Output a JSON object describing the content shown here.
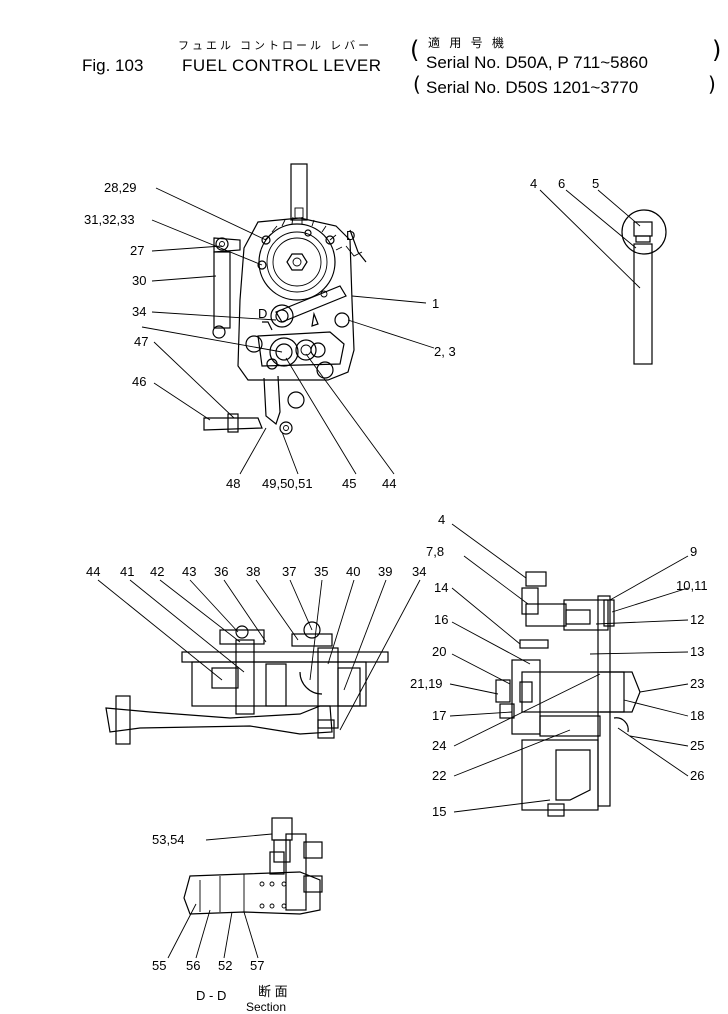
{
  "header": {
    "fig_label": "Fig. 103",
    "title_jp": "フュエル コントロール レバー",
    "title_en": "FUEL CONTROL LEVER",
    "applicable_jp": "適 用 号 機",
    "serial_line_1": "Serial No. D50A, P 711~5860",
    "serial_line_2": "Serial No. D50S 1201~3770"
  },
  "callouts": {
    "top": [
      "28,29",
      "31,32,33",
      "27",
      "30",
      "34",
      "47",
      "46",
      "48",
      "49,50,51",
      "45",
      "44",
      "2, 3",
      "1",
      "D",
      "D"
    ],
    "lever": [
      "4",
      "6",
      "5"
    ],
    "bottom_left": [
      "44",
      "41",
      "42",
      "43",
      "36",
      "38",
      "37",
      "35",
      "40",
      "39",
      "34"
    ],
    "right": [
      "4",
      "7,8",
      "14",
      "16",
      "20",
      "21,19",
      "17",
      "24",
      "22",
      "15",
      "9",
      "10,11",
      "12",
      "13",
      "23",
      "18",
      "25",
      "26"
    ],
    "section": [
      "53,54",
      "55",
      "56",
      "52",
      "57"
    ]
  },
  "section": {
    "label": "D - D",
    "label_jp": "断 面",
    "label_en": "Section"
  }
}
